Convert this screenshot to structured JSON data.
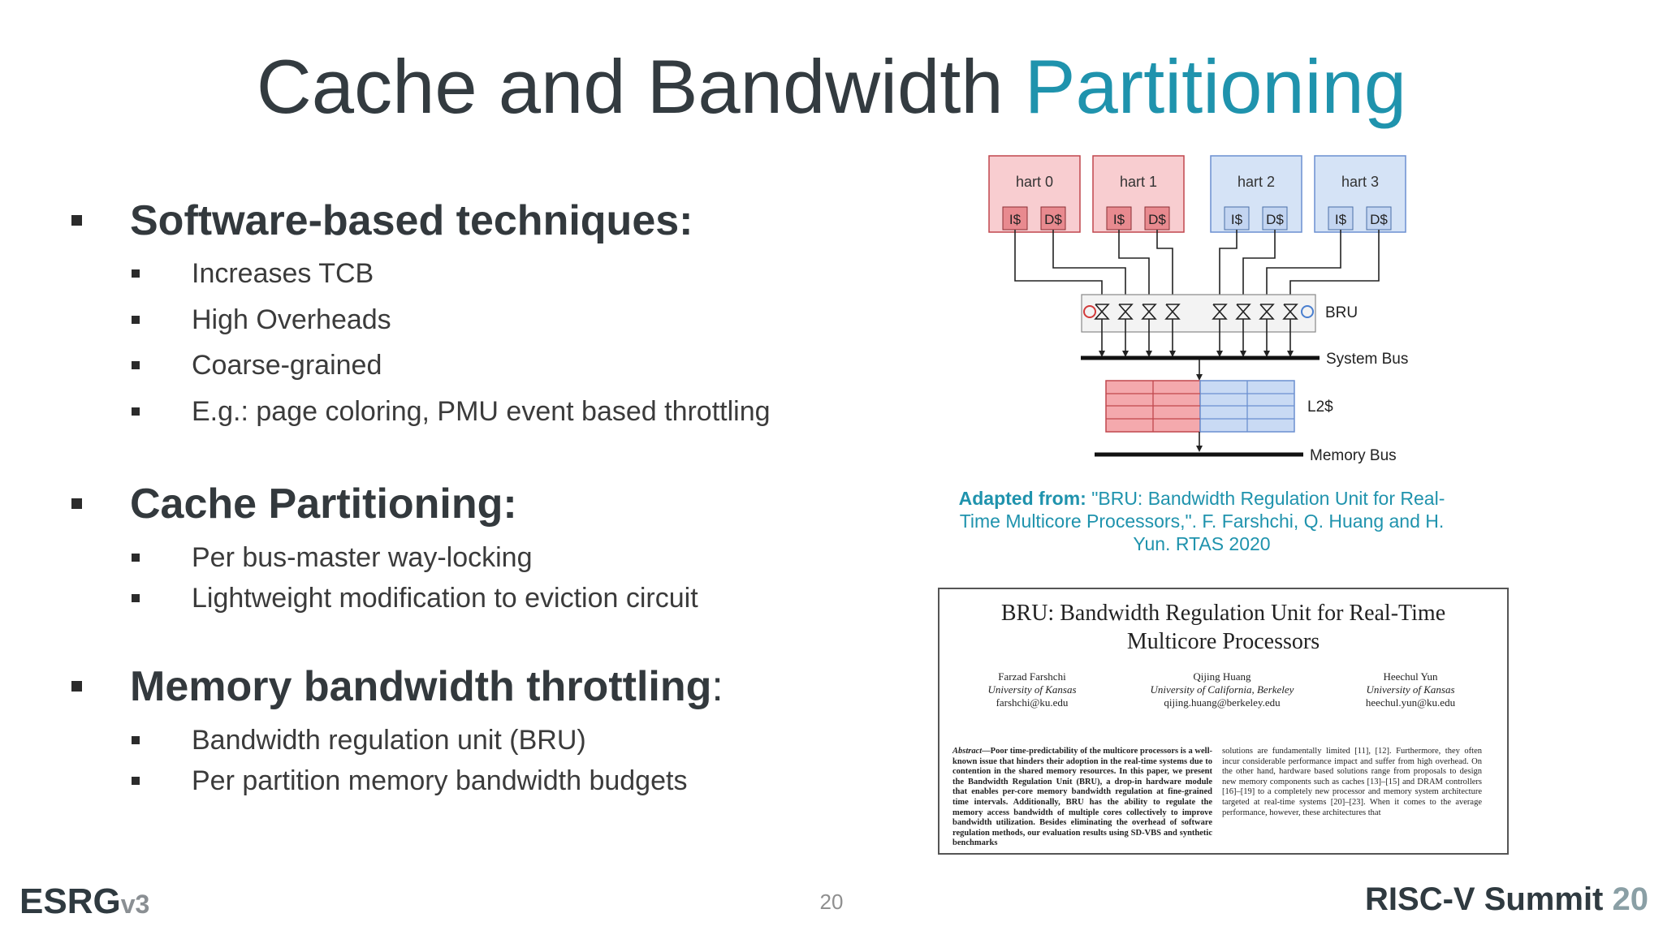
{
  "title": {
    "main": "Cache and Bandwidth",
    "accent": "Partitioning"
  },
  "sections": [
    {
      "heading": "Software-based techniques:",
      "heading_suffix": "",
      "items": [
        "Increases TCB",
        "High Overheads",
        "Coarse-grained",
        "E.g.: page coloring, PMU event based throttling"
      ]
    },
    {
      "heading": "Cache Partitioning:",
      "heading_suffix": "",
      "items": [
        "Per bus-master way-locking",
        "Lightweight modification to eviction circuit"
      ]
    },
    {
      "heading": "Memory bandwidth throttling",
      "heading_suffix": ":",
      "items": [
        "Bandwidth regulation unit (BRU)",
        "Per partition memory bandwidth budgets"
      ]
    }
  ],
  "diagram": {
    "harts": [
      {
        "label": "hart 0",
        "icache": "I$",
        "dcache": "D$",
        "color": "red"
      },
      {
        "label": "hart 1",
        "icache": "I$",
        "dcache": "D$",
        "color": "red"
      },
      {
        "label": "hart 2",
        "icache": "I$",
        "dcache": "D$",
        "color": "blue"
      },
      {
        "label": "hart 3",
        "icache": "I$",
        "dcache": "D$",
        "color": "blue"
      }
    ],
    "bru_label": "BRU",
    "system_bus_label": "System Bus",
    "l2_label": "L2$",
    "memory_bus_label": "Memory Bus",
    "colors": {
      "red_fill": "#f8cdd0",
      "red_border": "#c0474d",
      "red_cache": "#e88a8f",
      "blue_fill": "#d5e3f6",
      "blue_border": "#6b8fd0",
      "blue_cache": "#c3d5f1"
    }
  },
  "caption": {
    "lead": "Adapted from:",
    "line1": " \"BRU: Bandwidth Regulation Unit for Real-",
    "line2": "Time Multicore Processors,\". F. Farshchi, Q. Huang and H.",
    "line3": "Yun. RTAS 2020"
  },
  "paper": {
    "title_line1": "BRU: Bandwidth Regulation Unit for Real-Time",
    "title_line2": "Multicore Processors",
    "authors": [
      {
        "name": "Farzad Farshchi",
        "affiliation": "University of Kansas",
        "email": "farshchi@ku.edu"
      },
      {
        "name": "Qijing Huang",
        "affiliation": "University of California, Berkeley",
        "email": "qijing.huang@berkeley.edu"
      },
      {
        "name": "Heechul Yun",
        "affiliation": "University of Kansas",
        "email": "heechul.yun@ku.edu"
      }
    ],
    "abstract_label": "Abstract",
    "abstract_left": "—Poor time-predictability of the multicore processors is a well-known issue that hinders their adoption in the real-time systems due to contention in the shared memory resources. In this paper, we present the Bandwidth Regulation Unit (BRU), a drop-in hardware module that enables per-core memory bandwidth regulation at fine-grained time intervals. Additionally, BRU has the ability to regulate the memory access bandwidth of multiple cores collectively to improve bandwidth utilization. Besides eliminating the overhead of software regulation methods, our evaluation results using SD-VBS and synthetic benchmarks",
    "abstract_right": "solutions are fundamentally limited [11], [12]. Furthermore, they often incur considerable performance impact and suffer from high overhead. On the other hand, hardware based solutions range from proposals to design new memory components such as caches [13]–[15] and DRAM controllers [16]–[19] to a completely new processor and memory system architecture targeted at real-time systems [20]–[23]. When it comes to the average performance, however, these architectures that"
  },
  "footer": {
    "logo": "ESRG",
    "logo_version": "v3",
    "page_number": "20",
    "event": "RISC-V Summit ",
    "event_year": "20"
  },
  "accent_color": "#1f93ad"
}
